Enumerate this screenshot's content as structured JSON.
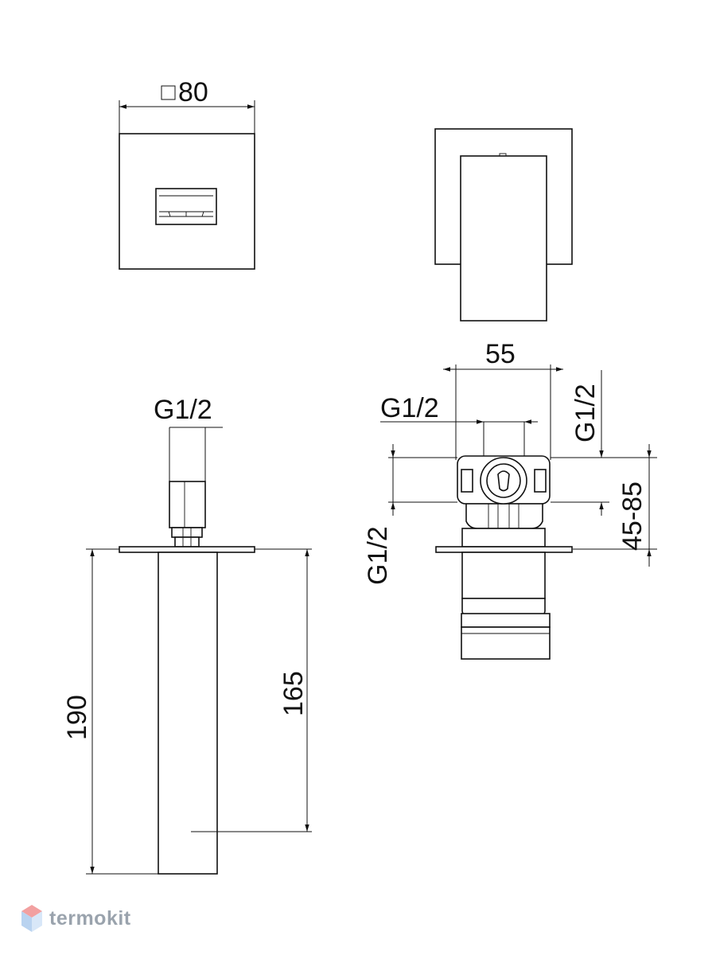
{
  "dimensions": {
    "top_square": "80",
    "side_width": "55",
    "left_thread": "G1/2",
    "right_thread_top": "G1/2",
    "right_thread_vertical": "G1/2",
    "right_thread_left": "G1/2",
    "depth_range": "45-85",
    "total_length": "190",
    "inner_length": "165"
  },
  "watermark": {
    "brand": "termokit"
  }
}
